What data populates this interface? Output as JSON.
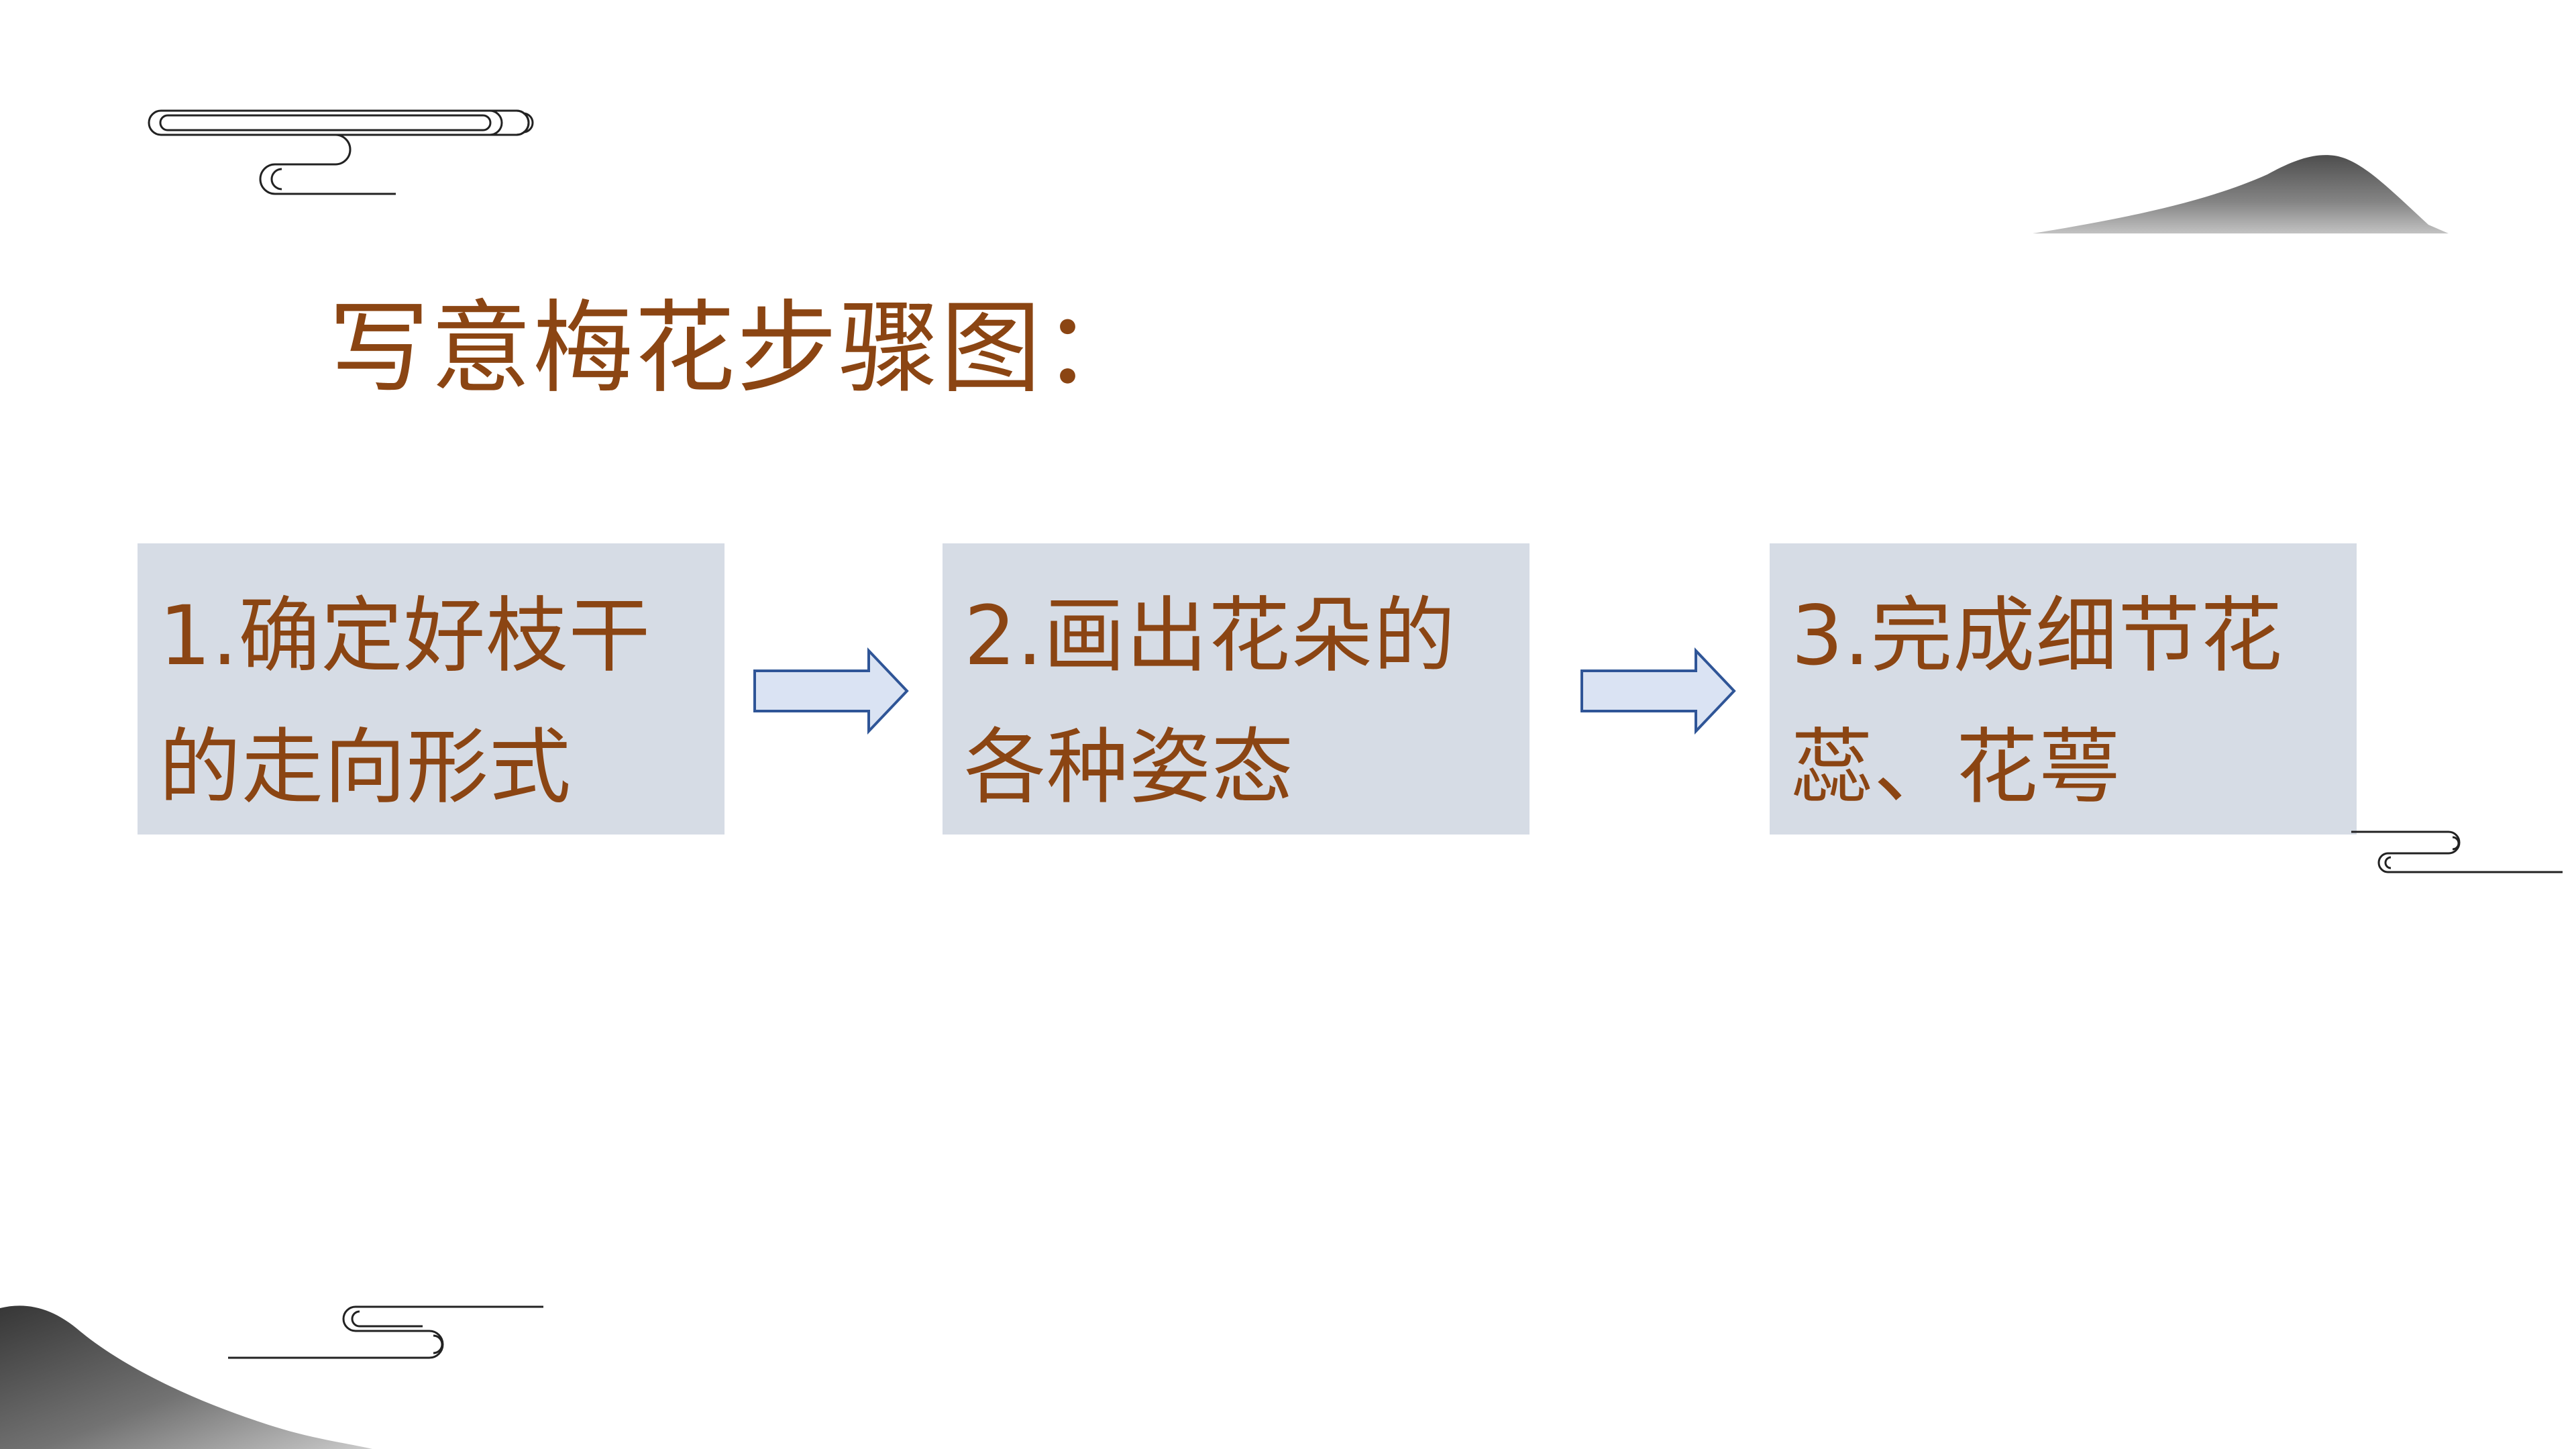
{
  "slide": {
    "title": "写意梅花步骤图：",
    "steps": [
      {
        "label": "1.确定好枝干的走向形式"
      },
      {
        "label": "2.画出花朵的各种姿态"
      },
      {
        "label": "3.完成细节花蕊、花萼"
      }
    ],
    "colors": {
      "title_text": "#8b4513",
      "step_text": "#8b4513",
      "step_box_bg": "#d6dce5",
      "arrow_fill": "#dae3f3",
      "arrow_stroke": "#2f5597",
      "ink_mountain": "#555555"
    },
    "icons": {
      "cloud_scroll": "cloud-scroll-icon",
      "mountain": "ink-mountain-icon",
      "arrow": "right-arrow-icon"
    }
  }
}
